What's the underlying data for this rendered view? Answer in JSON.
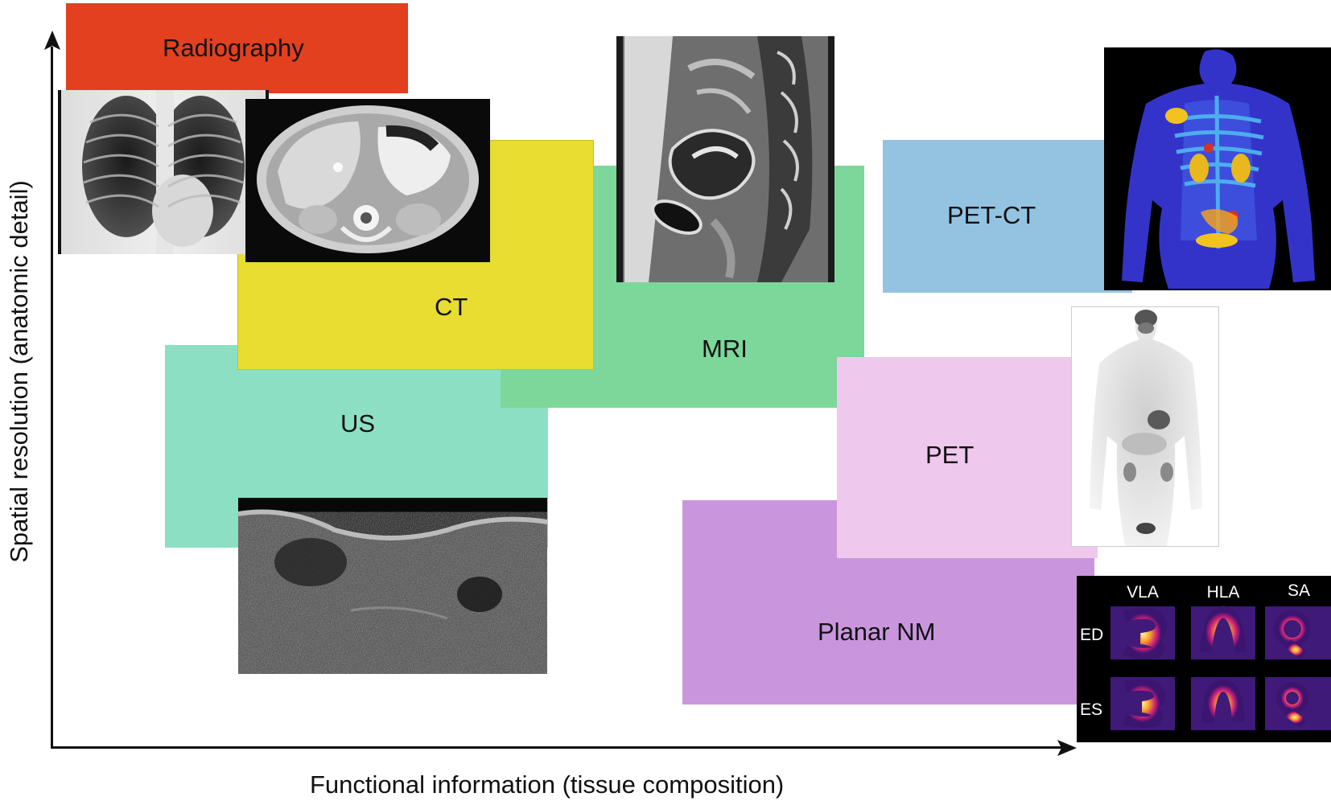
{
  "axes": {
    "x_label": "Functional information (tissue composition)",
    "y_label": "Spatial resolution (anatomic detail)"
  },
  "modalities": {
    "radiography": "Radiography",
    "ct": "CT",
    "mri": "MRI",
    "us": "US",
    "pet_ct": "PET-CT",
    "pet": "PET",
    "planar_nm": "Planar NM"
  },
  "spect_panel": {
    "columns": [
      "VLA",
      "HLA",
      "SA"
    ],
    "rows": [
      "ED",
      "ES"
    ]
  },
  "colors": {
    "radiography": "#e2401f",
    "ct": "#e8dd30",
    "mri": "#7dd69a",
    "us": "#8ddfc4",
    "pet_ct": "#94c3e2",
    "pet": "#efc8ed",
    "planar_nm": "#c996dd"
  }
}
